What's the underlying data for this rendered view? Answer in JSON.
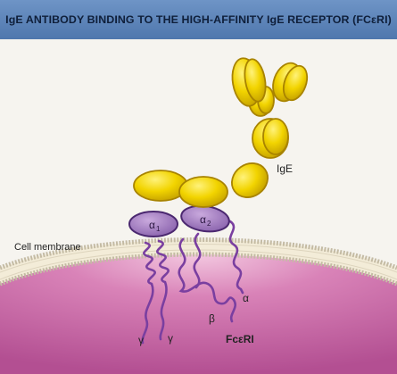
{
  "header": {
    "title": "IgE ANTIBODY BINDING TO THE HIGH-AFFINITY IgE RECEPTOR (FCεRI)"
  },
  "labels": {
    "ige": "IgE",
    "cell_membrane": "Cell membrane",
    "alpha1_base": "α",
    "alpha1_sub": "1",
    "alpha2_base": "α",
    "alpha2_sub": "2",
    "alpha_chain": "α",
    "beta_chain": "β",
    "gamma_chain_1": "γ",
    "gamma_chain_2": "γ",
    "receptor": "FcεRI"
  },
  "colors": {
    "header": "#5a80b6",
    "antibody": "#f2d400",
    "receptor": "#7a4a9c",
    "membrane_lipid": "#f3ecd8",
    "cytoplasm": "#c8609f"
  }
}
